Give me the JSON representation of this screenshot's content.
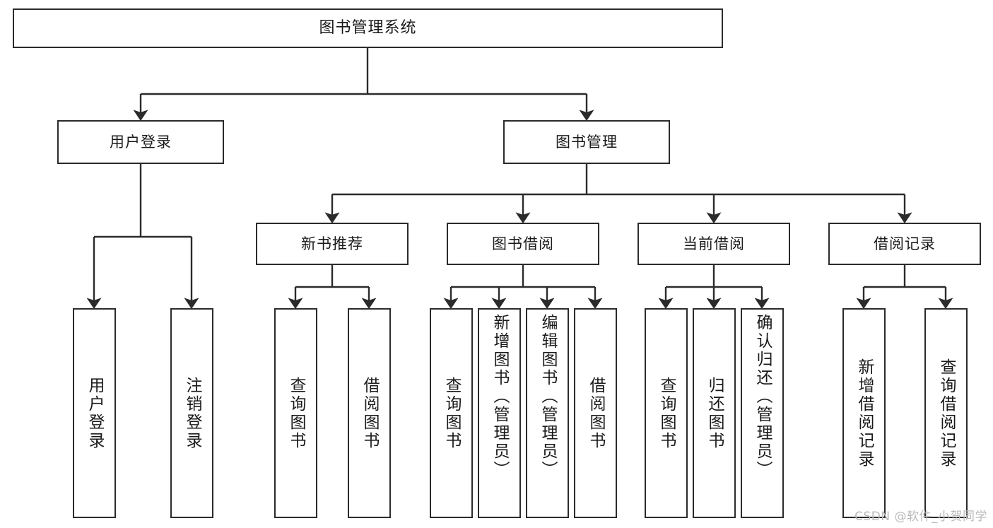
{
  "diagram": {
    "title": "图书管理系统",
    "type": "tree-flowchart",
    "stroke_color": "#2b2b2b",
    "fill_color": "#ffffff",
    "text_color": "#1a1a1a"
  },
  "nodes": {
    "root": {
      "label": "图书管理系统"
    },
    "level2": [
      {
        "label": "用户登录"
      },
      {
        "label": "图书管理"
      }
    ],
    "level3": [
      {
        "label": "新书推荐"
      },
      {
        "label": "图书借阅"
      },
      {
        "label": "当前借阅"
      },
      {
        "label": "借阅记录"
      }
    ],
    "leaves": {
      "user_login": [
        {
          "label": "用户登录"
        },
        {
          "label": "注销登录"
        }
      ],
      "new_book": [
        {
          "label": "查询图书"
        },
        {
          "label": "借阅图书"
        }
      ],
      "book_borrow": [
        {
          "label": "查询图书"
        },
        {
          "label": "新增图书（管理员）"
        },
        {
          "label": "编辑图书（管理员）"
        },
        {
          "label": "借阅图书"
        }
      ],
      "current_borrow": [
        {
          "label": "查询图书"
        },
        {
          "label": "归还图书"
        },
        {
          "label": "确认归还（管理员）"
        }
      ],
      "borrow_record": [
        {
          "label": "新增借阅记录"
        },
        {
          "label": "查询借阅记录"
        }
      ]
    }
  },
  "watermark": {
    "text": "CSDN @软件_小贺同学"
  }
}
